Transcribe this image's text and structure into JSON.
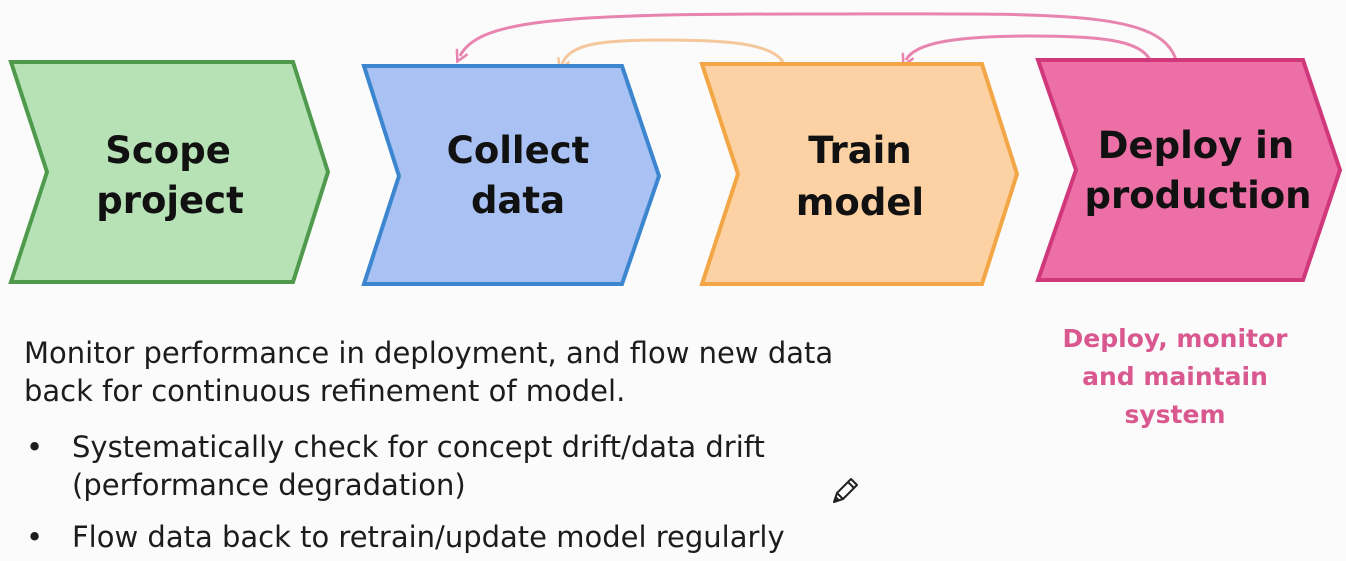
{
  "steps": [
    {
      "line1": "Scope",
      "line2": "project",
      "fill": "#b7e2b6",
      "stroke": "#4f9a4c"
    },
    {
      "line1": "Collect",
      "line2": "data",
      "fill": "#a9c2f3",
      "stroke": "#3c86cf"
    },
    {
      "line1": "Train",
      "line2": "model",
      "fill": "#fcd2a4",
      "stroke": "#f3a646"
    },
    {
      "line1": "Deploy in",
      "line2": "production",
      "fill": "#ec6fa6",
      "stroke": "#d0387b"
    }
  ],
  "feedback_arrows": {
    "pink": "#e884b0",
    "orange": "#f5c79d"
  },
  "description": {
    "line1": "Monitor performance in deployment, and flow new data",
    "line2": "back for continuous refinement of model."
  },
  "bullets": [
    {
      "line1": "Systematically check for concept drift/data drift",
      "line2": "(performance degradation)"
    },
    {
      "line1": "Flow data back to retrain/update model regularly"
    }
  ],
  "side_note": {
    "line1": "Deploy, monitor",
    "line2": "and maintain",
    "line3": "system",
    "color": "#d8588f"
  },
  "icons": {
    "pen": "pen-icon"
  }
}
